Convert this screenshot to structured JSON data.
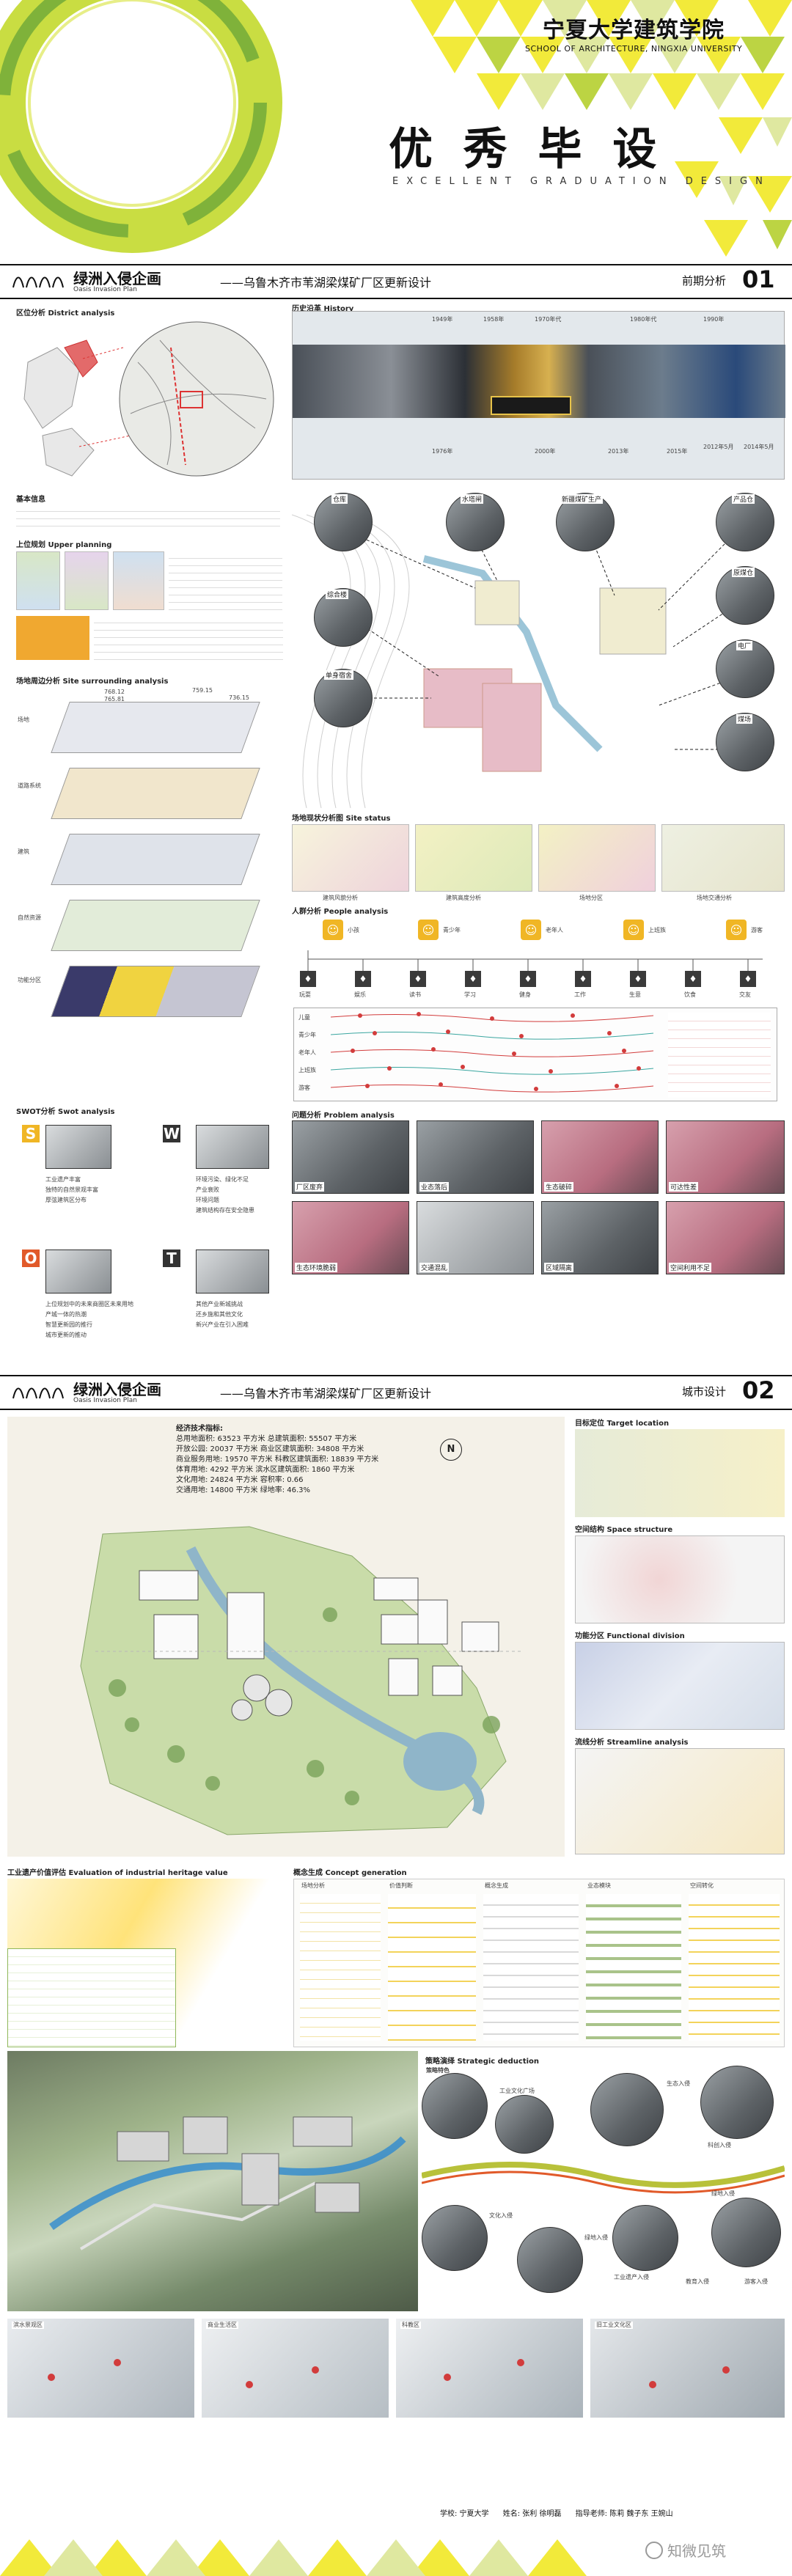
{
  "header": {
    "school_cn": "宁夏大学建筑学院",
    "school_en": "SCHOOL OF ARCHITECTURE, NINGXIA UNIVERSITY",
    "title_cn": "优  秀  毕  设",
    "title_en": "EXCELLENT GRADUATION DESIGN"
  },
  "board1": {
    "project_cn": "绿洲入侵企画",
    "project_en": "Oasis Invasion Plan",
    "subtitle": "——乌鲁木齐市苇湖梁煤矿厂区更新设计",
    "section": "前期分析",
    "num": "01",
    "district": "区位分析 District analysis",
    "history": "历史沿革 History",
    "history_years": [
      "1949年",
      "1958年",
      "1970年代",
      "1976年",
      "1980年代",
      "1990年",
      "2000年",
      "2013年",
      "2015年",
      "2012年5月",
      "2014年5月"
    ],
    "base_info": "基本信息",
    "upper": "上位规划 Upper planning",
    "site_surround": "场地周边分析 Site surrounding analysis",
    "levels": [
      "759.15",
      "765.81",
      "768.12",
      "736.15"
    ],
    "layer_labels": [
      "场地",
      "道路系统",
      "建筑",
      "自然资源",
      "功能分区"
    ],
    "site_status": "场地现状分析图 Site status",
    "status_labels": [
      "建筑风貌分析",
      "建筑高度分析",
      "场地分区",
      "场地交通分析"
    ],
    "people": "人群分析 People analysis",
    "people_groups": [
      "小孩",
      "青少年",
      "老年人",
      "上班族",
      "游客"
    ],
    "activities": [
      "玩耍",
      "娱乐",
      "读书",
      "学习",
      "健身",
      "工作",
      "生意",
      "饮食",
      "交友"
    ],
    "people_rows": [
      "儿童",
      "青少年",
      "老年人",
      "上班族",
      "游客"
    ],
    "swot": "SWOT分析 Swot analysis",
    "swot_letters": [
      "S",
      "W",
      "O",
      "T"
    ],
    "swot_s": [
      "工业遗产丰富",
      "独特的自然景观丰富",
      "厚弦建筑区分布"
    ],
    "swot_w": [
      "环境污染、绿化不足",
      "产业衰败",
      "环境问题",
      "建筑结构存在安全隐患"
    ],
    "swot_o": [
      "上位规划中的未来商圈区未来用地",
      "产城一体的热潮",
      "智慧更新园的推行",
      "城市更新的推动"
    ],
    "swot_t": [
      "其他产业新城挑战",
      "还乡施和其他文化",
      "新兴产业在引入困难"
    ],
    "problem": "问题分析 Problem analysis",
    "problem_labels": [
      "厂区废弃",
      "业态落后",
      "生态破碎",
      "可达性差",
      "生态环境脆弱",
      "交通混乱",
      "区域隔离",
      "空间利用不足"
    ],
    "map_labels": [
      "仓库",
      "水塔闸",
      "新疆煤矿生产",
      "产品仓",
      "原煤仓",
      "电厂",
      "煤场",
      "综合楼",
      "单身宿舍"
    ]
  },
  "board2": {
    "project_cn": "绿洲入侵企画",
    "project_en": "Oasis Invasion Plan",
    "subtitle": "——乌鲁木齐市苇湖梁煤矿厂区更新设计",
    "section": "城市设计",
    "num": "02",
    "stats_title": "经济技术指标:",
    "stats": [
      "总用地面积: 63523 平方米   总建筑面积: 55507 平方米",
      "开放公园: 20037 平方米   商业区建筑面积: 34808 平方米",
      "商业服务用地: 19570 平方米   科教区建筑面积: 18839 平方米",
      "体育用地: 4292 平方米   滨水区建筑面积: 1860 平方米",
      "文化用地: 24824 平方米   容积率: 0.66",
      "交通用地: 14800 平方米   绿地率: 46.3%"
    ],
    "north": "N",
    "target": "目标定位 Target location",
    "space": "空间结构 Space structure",
    "function": "功能分区 Functional division",
    "streamline": "流线分析 Streamline analysis",
    "heritage": "工业遗产价值评估 Evaluation of industrial heritage value",
    "concept": "概念生成 Concept generation",
    "concept_cols": [
      "场地分析",
      "价值判断",
      "概念生成",
      "业态模块",
      "空间转化"
    ],
    "strategic": "策略演绎 Strategic deduction",
    "strategic_labels": [
      "策略特色",
      "工业文化广场",
      "生态入侵",
      "科创入侵",
      "文化入侵",
      "绿地入侵",
      "工业遗产入侵",
      "绿地入侵",
      "教育入侵",
      "游客入侵"
    ],
    "vignettes": [
      "滨水景观区",
      "商业生活区",
      "科教区",
      "旧工业文化区"
    ]
  },
  "footer": {
    "school": "学校: 宁夏大学",
    "names": "姓名: 张利  徐明磊",
    "advisor": "指导老师: 陈莉  魏子东  王婉山",
    "watermark": "知微见筑"
  }
}
